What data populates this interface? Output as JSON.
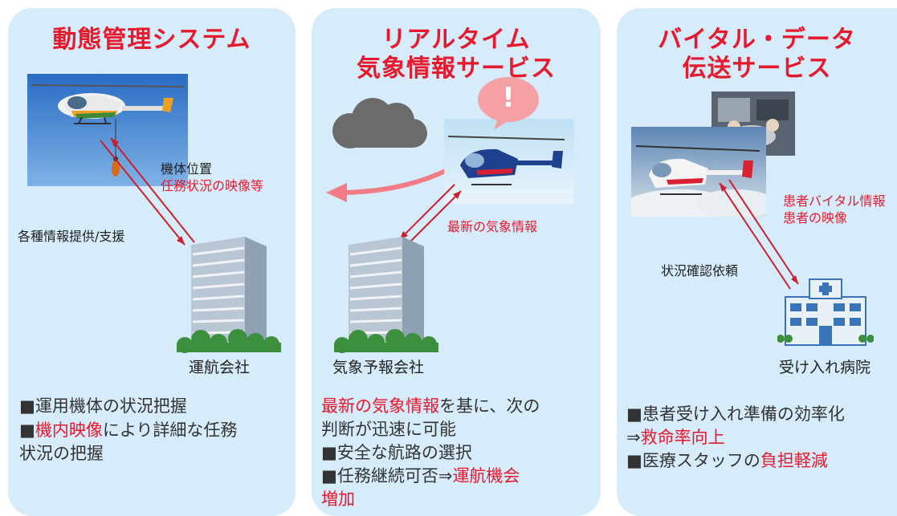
{
  "panels": [
    {
      "title": "動態管理システム",
      "labels": {
        "position": "機体位置",
        "video": "任務状況の映像等",
        "support": "各種情報提供/支援",
        "company": "運航会社"
      },
      "bullets": [
        "■運用機体の状況把握",
        "■機内映像により詳細な任務状況の把握"
      ],
      "bullet2_parts": {
        "marker": "■",
        "highlight": "機内映像",
        "rest1": "により詳細な任務",
        "rest2": "状況の把握"
      }
    },
    {
      "title_line1": "リアルタイム",
      "title_line2": "気象情報サービス",
      "alert": "!",
      "labels": {
        "latest": "最新の気象情報",
        "company": "気象予報会社"
      },
      "text_parts": {
        "highlight": "最新の気象情報",
        "rest1": "を基に、次の",
        "line2": "判断が迅速に可能",
        "bullet1": "■安全な航路の選択",
        "bullet2_a": "■任務継続可否⇒",
        "bullet2_b": "運航機会",
        "bullet2_c": "増加"
      }
    },
    {
      "title_line1": "バイタル・データ",
      "title_line2": "伝送サービス",
      "labels": {
        "vital": "患者バイタル情報",
        "patient_video": "患者の映像",
        "request": "状況確認依頼",
        "hospital": "受け入れ病院"
      },
      "text_parts": {
        "line1": "■患者受け入れ準備の効率化",
        "line2_a": "⇒",
        "line2_b": "救命率向上",
        "line3_a": "■医療スタッフの",
        "line3_b": "負担軽減"
      }
    }
  ],
  "colors": {
    "panel_bg": "#d6ecfb",
    "accent_red": "#e8192c",
    "arrow_red": "#cc1f2e",
    "text": "#333333"
  }
}
